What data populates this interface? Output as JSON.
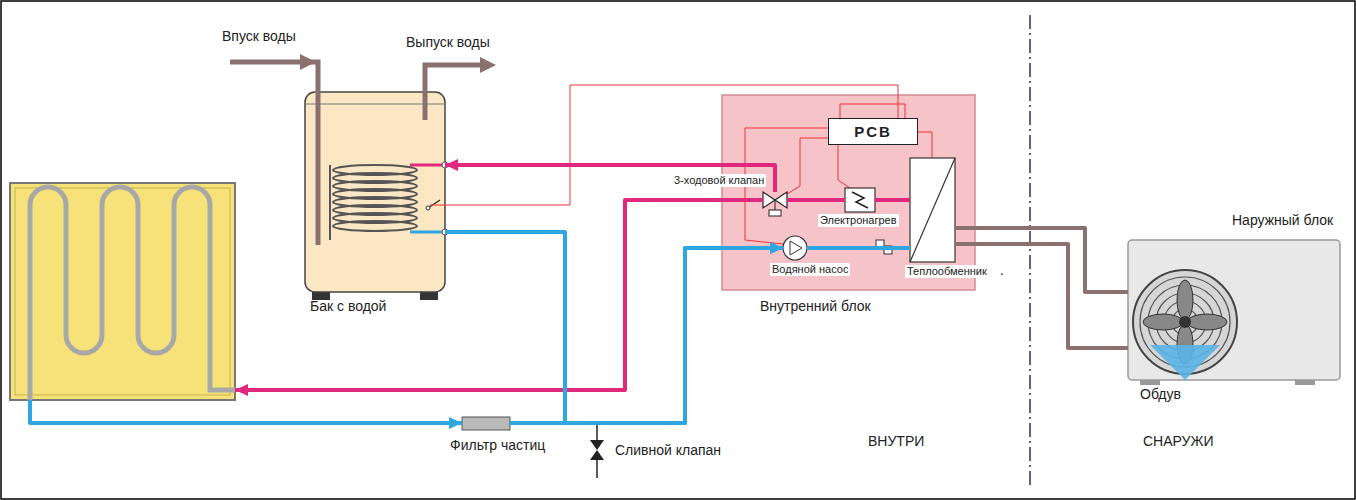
{
  "diagram": {
    "nodes": [
      {
        "text": [
          "Бак с водой"
        ]
      },
      {
        "text": [
          "Радиатор"
        ]
      },
      {
        "text": [
          "Внутренний блок"
        ]
      },
      {
        "text": [
          "PCB"
        ],
        "in": 2
      },
      {
        "text": [
          "3-ходовой клапан"
        ],
        "in": 2
      },
      {
        "text": [
          "Электронагрев"
        ],
        "in": 2
      },
      {
        "text": [
          "Водяной насос"
        ],
        "in": 2
      },
      {
        "text": [
          "Теплообменник"
        ],
        "in": 2
      },
      {
        "text": [
          "Наружный блок"
        ]
      },
      {
        "text": [
          "Фильтр частиц"
        ]
      },
      {
        "text": [
          "Сливной клапан"
        ]
      }
    ],
    "edges": [
      {
        "from": 4,
        "to": 0,
        "arrow": "to"
      },
      {
        "from": 4,
        "to": 1,
        "arrow": "to"
      },
      {
        "from": 1,
        "to": 9,
        "arrow": "to"
      },
      {
        "from": 9,
        "to": 6,
        "arrow": "to"
      },
      {
        "from": 0,
        "to": 6,
        "arrow": "to"
      },
      {
        "from": 6,
        "to": 7,
        "arrow": "none"
      },
      {
        "from": 7,
        "to": 5,
        "arrow": "none"
      },
      {
        "from": 5,
        "to": 4,
        "arrow": "none"
      },
      {
        "from": 7,
        "to": 8,
        "arrow": "none"
      },
      {
        "from": 7,
        "to": 8,
        "arrow": "none"
      }
    ],
    "labels": [
      "Впуск воды",
      "Выпуск воды",
      ".",
      "Обдув",
      "ВНУТРИ",
      "СНАРУЖИ"
    ]
  }
}
